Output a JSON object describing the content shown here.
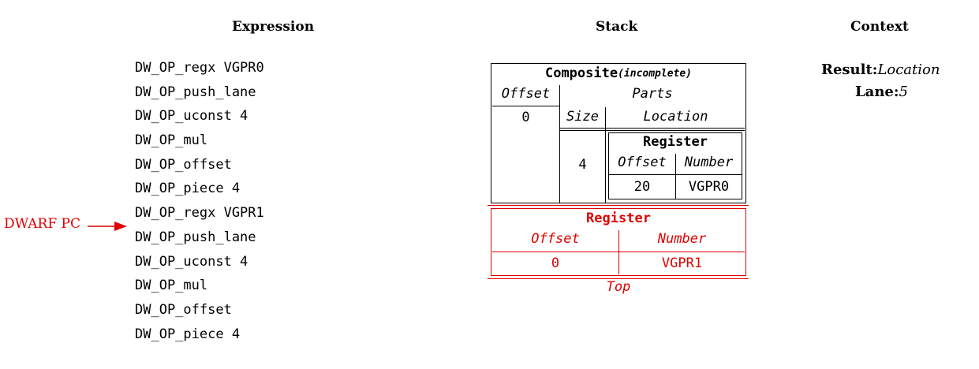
{
  "headers": {
    "expression": "Expression",
    "stack": "Stack",
    "context": "Context"
  },
  "expression": {
    "ops": [
      "DW_OP_regx VGPR0",
      "DW_OP_push_lane",
      "DW_OP_uconst 4",
      "DW_OP_mul",
      "DW_OP_offset",
      "DW_OP_piece 4",
      "DW_OP_regx VGPR1",
      "DW_OP_push_lane",
      "DW_OP_uconst 4",
      "DW_OP_mul",
      "DW_OP_offset",
      "DW_OP_piece 4"
    ],
    "pc_label": "DWARF PC",
    "pc_index": 7
  },
  "stack": {
    "composite": {
      "title": "Composite",
      "status": "(incomplete)",
      "offset_label": "Offset",
      "parts_label": "Parts",
      "offset_value": "0",
      "size_label": "Size",
      "location_label": "Location",
      "size_value": "4",
      "register": {
        "title": "Register",
        "offset_label": "Offset",
        "number_label": "Number",
        "offset_value": "20",
        "number_value": "VGPR0"
      }
    },
    "top_register": {
      "title": "Register",
      "offset_label": "Offset",
      "number_label": "Number",
      "offset_value": "0",
      "number_value": "VGPR1"
    },
    "top_label": "Top"
  },
  "context": {
    "result_label": "Result:",
    "result_value": "Location",
    "lane_label": "Lane:",
    "lane_value": "5"
  },
  "colors": {
    "highlight": "#e00000",
    "text": "#000000"
  }
}
